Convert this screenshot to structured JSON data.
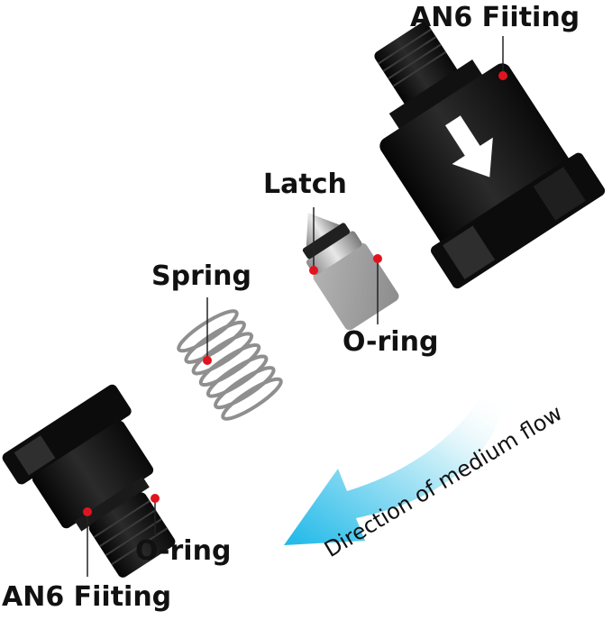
{
  "labels": {
    "top_fitting": "AN6 Fiiting",
    "latch": "Latch",
    "spring": "Spring",
    "latch_oring": "O-ring",
    "bottom_oring": "O-ring",
    "bottom_fitting": "AN6 Fiiting",
    "flow": "Direction of medium flow"
  },
  "colors": {
    "fitting_body": "#151515",
    "marker": "#e0141e",
    "arrow_start": "#c8eef8",
    "arrow_end": "#1eb8e8"
  },
  "icons": [
    "arrow-icon"
  ]
}
